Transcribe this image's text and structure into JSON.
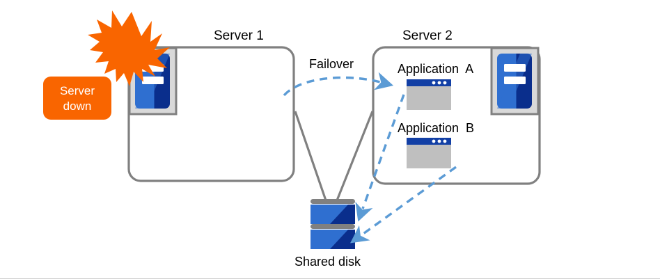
{
  "diagram": {
    "title_server1": "Server 1",
    "title_server2": "Server 2",
    "failover_label": "Failover",
    "shared_disk_label": "Shared disk",
    "badge": {
      "line1": "Server",
      "line2": "down"
    },
    "applications": [
      {
        "label": "Application  A"
      },
      {
        "label": "Application  B"
      }
    ],
    "colors": {
      "box_border": "#808080",
      "accent_blue": "#2F6FD0",
      "dark_blue": "#0A2E8C",
      "titlebar_blue": "#123FA5",
      "arrow_blue": "#5B9BD5",
      "alert_orange": "#F96500",
      "icon_frame_fill": "#D9D9D9",
      "icon_frame_border": "#808080",
      "app_body_gray": "#BFBFBF",
      "disk_gray": "#808080",
      "text": "#000000"
    }
  }
}
